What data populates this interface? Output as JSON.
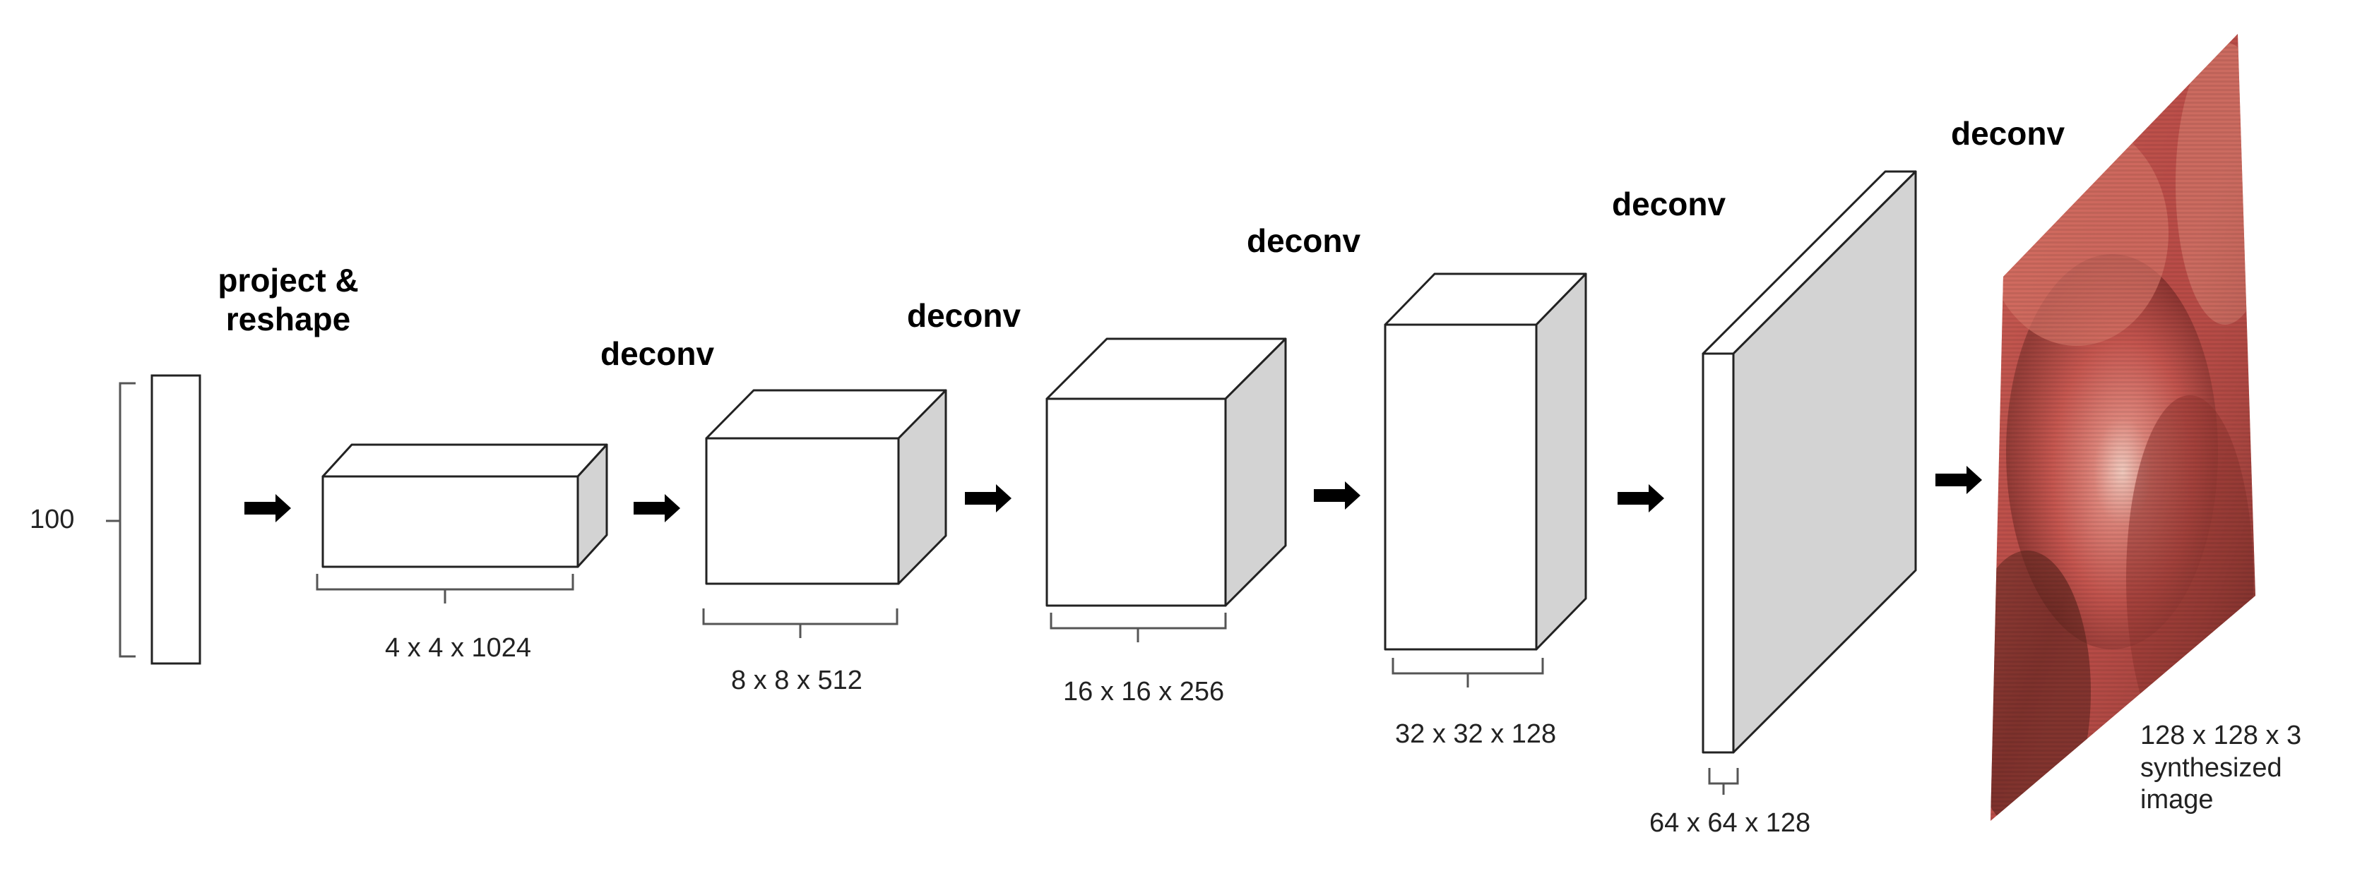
{
  "input_vector": {
    "size_label": "100"
  },
  "stages": [
    {
      "op_label": "project & reshape",
      "op_line1": "project &",
      "op_line2": "reshape",
      "dim_label": "4 x 4 x 1024"
    },
    {
      "op_label": "deconv",
      "dim_label": "8 x 8 x 512"
    },
    {
      "op_label": "deconv",
      "dim_label": "16 x 16 x 256"
    },
    {
      "op_label": "deconv",
      "dim_label": "32 x 32 x 128"
    },
    {
      "op_label": "deconv",
      "dim_label": "64 x 64 x 128"
    }
  ],
  "output": {
    "op_label": "deconv",
    "dim_label": "128 x 128 x 3",
    "caption_line1": "synthesized",
    "caption_line2": "image"
  },
  "colors": {
    "box_front": "#ffffff",
    "box_side": "#d3d3d3",
    "box_top": "#ffffff",
    "outline": "#222222",
    "arrow": "#000000",
    "image_base": "#c45a52"
  },
  "icons": {
    "arrow": "right-arrow-icon",
    "output_image": "synthesized-face-image"
  }
}
